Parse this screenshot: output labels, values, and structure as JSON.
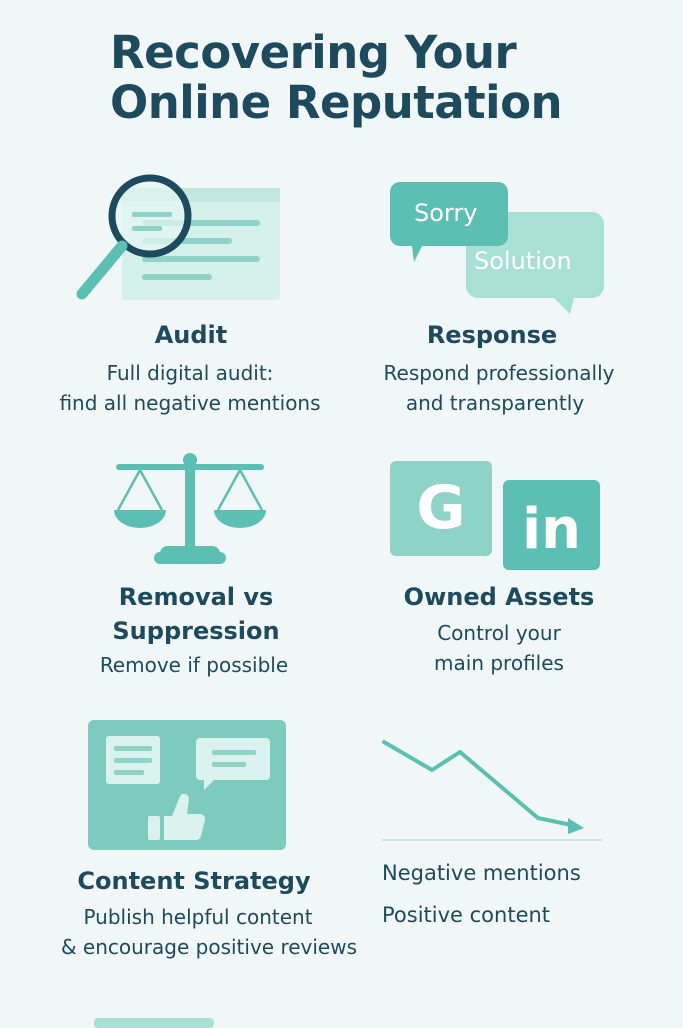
{
  "title": {
    "line1": "Recovering Your",
    "line2": "Online Reputation"
  },
  "colors": {
    "primary": "#1d4a5c",
    "teal": "#5dbfb4",
    "teal_light": "#a9e0d6",
    "teal_pale": "#d9f2ee",
    "background": "#f1f6f7"
  },
  "sections": {
    "audit": {
      "icon": "magnifier-document-icon",
      "heading": "Audit",
      "desc_line1": "Full digital audit:",
      "desc_line2": "find all negative mentions"
    },
    "response": {
      "icon": "speech-bubbles-icon",
      "bubble1": "Sorry",
      "bubble2": "Solution",
      "heading": "Response",
      "desc_line1": "Respond professionally",
      "desc_line2": "and transparently"
    },
    "removal": {
      "icon": "balance-scale-icon",
      "heading_line1": "Removal vs",
      "heading_line2": "Suppression",
      "desc_line1": "Remove if possible"
    },
    "owned": {
      "icon": "profile-logos-icon",
      "logo1": "G",
      "logo2": "in",
      "heading": "Owned Assets",
      "desc_line1": "Control your",
      "desc_line2": "main profiles"
    },
    "content": {
      "icon": "content-thumbs-up-icon",
      "heading": "Content Strategy",
      "desc_line1": "Publish helpful content",
      "desc_line2": "& encourage positive reviews"
    },
    "trend": {
      "icon": "declining-line-icon",
      "legend1": "Negative mentions",
      "legend2": "Positive content"
    }
  }
}
